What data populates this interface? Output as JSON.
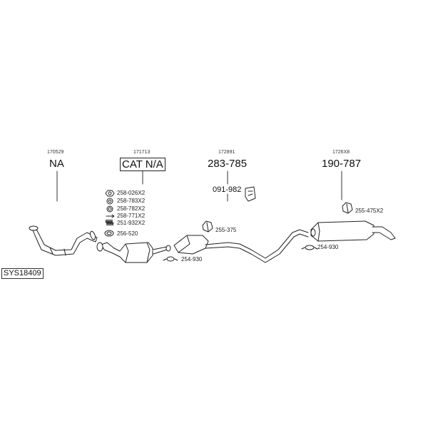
{
  "diagram": {
    "system_code": "SYS18409",
    "groups": [
      {
        "ref": "170529",
        "code": "NA"
      },
      {
        "ref": "171713",
        "code": "CAT N/A"
      },
      {
        "ref": "172891",
        "code": "283-785"
      },
      {
        "ref": "1726X8",
        "code": "190-787"
      }
    ],
    "parts": {
      "hw_nut_a": "258-026X2",
      "hw_ring_a": "258-783X2",
      "hw_ring_b": "258-782X2",
      "hw_bolt": "258-771X2",
      "hw_spring": "251-932X2",
      "gasket": "256-520",
      "clamp_front": "254-930",
      "hanger_mid": "255-375",
      "bracket": "091-982",
      "clamp_rear": "254-930",
      "hanger_rear": "255-475X2"
    }
  }
}
